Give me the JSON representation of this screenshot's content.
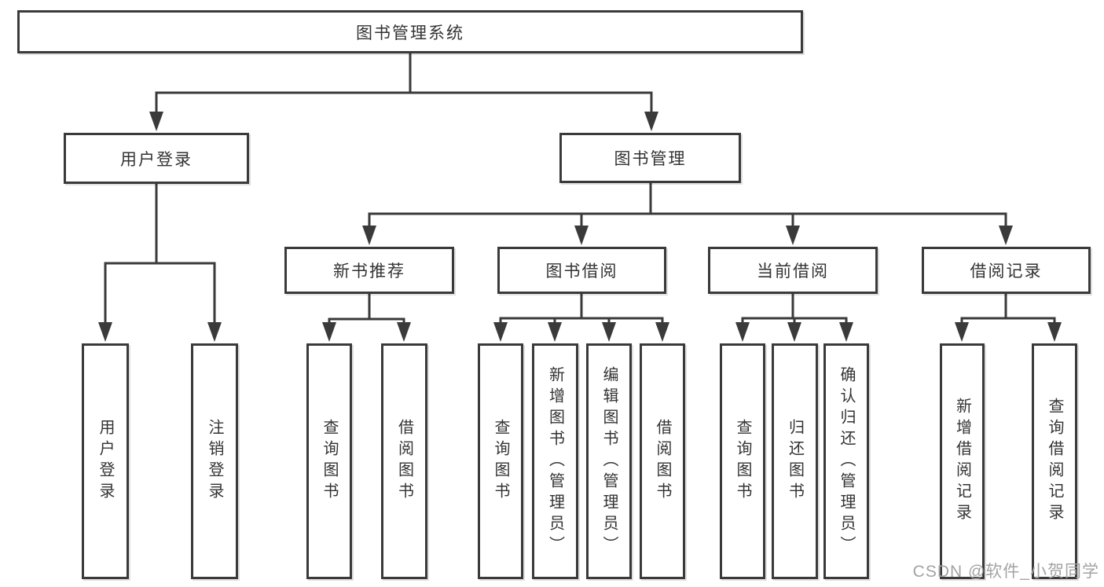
{
  "tree": {
    "label": "图书管理系统",
    "children": [
      {
        "label": "用户登录",
        "children": [
          {
            "label": "用户登录"
          },
          {
            "label": "注销登录"
          }
        ]
      },
      {
        "label": "图书管理",
        "children": [
          {
            "label": "新书推荐",
            "children": [
              {
                "label": "查询图书"
              },
              {
                "label": "借阅图书"
              }
            ]
          },
          {
            "label": "图书借阅",
            "children": [
              {
                "label": "查询图书"
              },
              {
                "label": "新增图书（管理员）"
              },
              {
                "label": "编辑图书（管理员）"
              },
              {
                "label": "借阅图书"
              }
            ]
          },
          {
            "label": "当前借阅",
            "children": [
              {
                "label": "查询图书"
              },
              {
                "label": "归还图书"
              },
              {
                "label": "确认归还（管理员）"
              }
            ]
          },
          {
            "label": "借阅记录",
            "children": [
              {
                "label": "新增借阅记录"
              },
              {
                "label": "查询借阅记录"
              }
            ]
          }
        ]
      }
    ]
  },
  "watermark": {
    "text": "CSDN @软件_小贺同学"
  },
  "colors": {
    "line": "#3a3a3a",
    "box_border": "#3a3a3a",
    "box_background": "#ffffff",
    "text": "#333333",
    "watermark": "#a3a3a3"
  }
}
